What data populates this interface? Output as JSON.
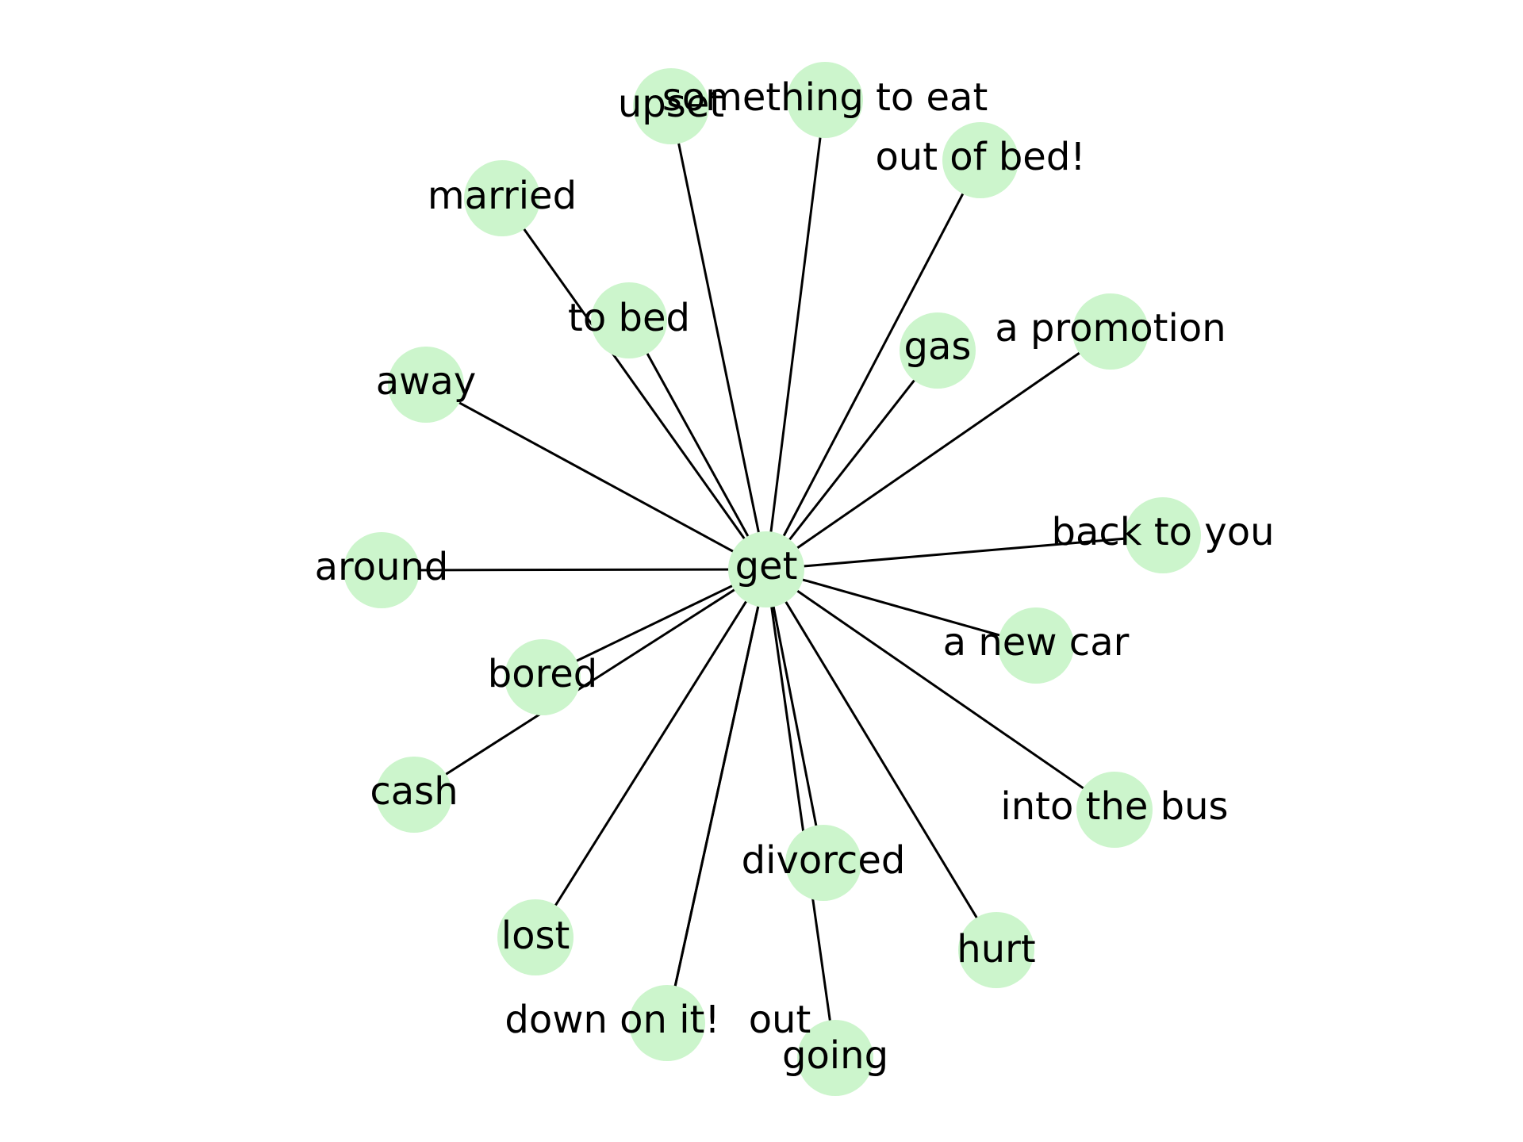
{
  "diagram": {
    "type": "network-graph",
    "node_color": "#ccf5cc",
    "edge_color": "#000000",
    "label_color": "#000000",
    "center": {
      "id": "get",
      "label": "get"
    },
    "nodes": [
      {
        "id": "upset",
        "label": "upset"
      },
      {
        "id": "something-to-eat",
        "label": "something to eat"
      },
      {
        "id": "out-of-bed",
        "label": "out of bed!"
      },
      {
        "id": "married",
        "label": "married"
      },
      {
        "id": "to-bed",
        "label": "to bed"
      },
      {
        "id": "gas",
        "label": "gas"
      },
      {
        "id": "a-promotion",
        "label": "a promotion"
      },
      {
        "id": "away",
        "label": "away"
      },
      {
        "id": "back-to-you",
        "label": "back to you"
      },
      {
        "id": "around",
        "label": "around"
      },
      {
        "id": "a-new-car",
        "label": "a new car"
      },
      {
        "id": "bored",
        "label": "bored"
      },
      {
        "id": "cash",
        "label": "cash"
      },
      {
        "id": "into-the-bus",
        "label": "into the bus"
      },
      {
        "id": "divorced",
        "label": "divorced"
      },
      {
        "id": "lost",
        "label": "lost"
      },
      {
        "id": "hurt",
        "label": "hurt"
      },
      {
        "id": "down-on-it",
        "label": "down on it!"
      },
      {
        "id": "out",
        "label": "out"
      },
      {
        "id": "going",
        "label": "going"
      }
    ]
  }
}
